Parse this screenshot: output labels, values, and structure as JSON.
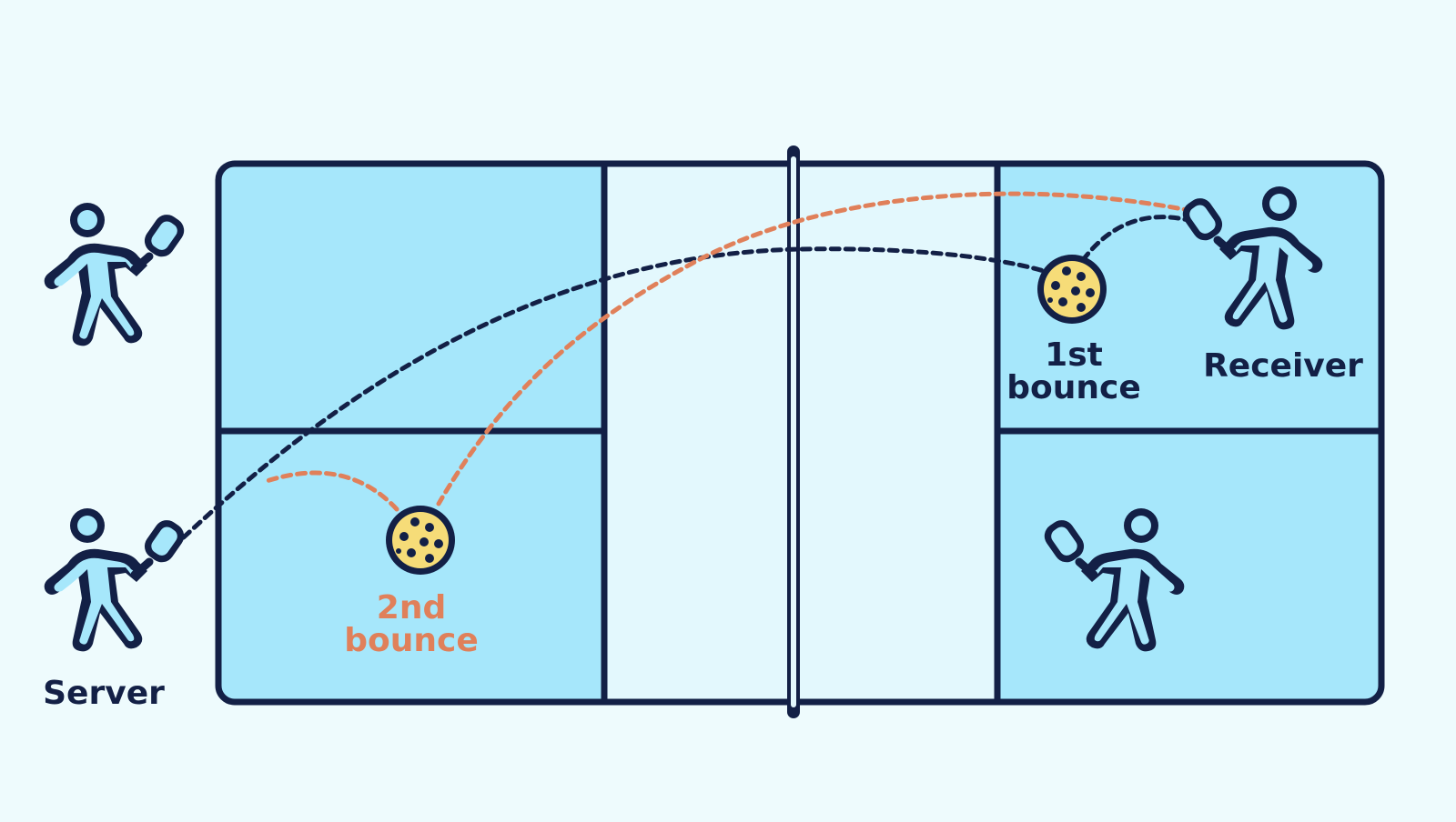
{
  "labels": {
    "server": "Server",
    "receiver": "Receiver",
    "first_bounce_line1": "1st",
    "first_bounce_line2": "bounce",
    "second_bounce_line1": "2nd",
    "second_bounce_line2": "bounce"
  },
  "colors": {
    "background": "#eefbfd",
    "court_service_box": "#a6e7fb",
    "kitchen": "#e3f8fd",
    "outline": "#132046",
    "serve_path": "#132046",
    "return_path": "#e0805a",
    "ball": "#f6dc78",
    "player_fill": "#a6e7fb"
  },
  "icons": {
    "player": "pickleball-player-icon",
    "ball": "pickleball-ball-icon"
  }
}
